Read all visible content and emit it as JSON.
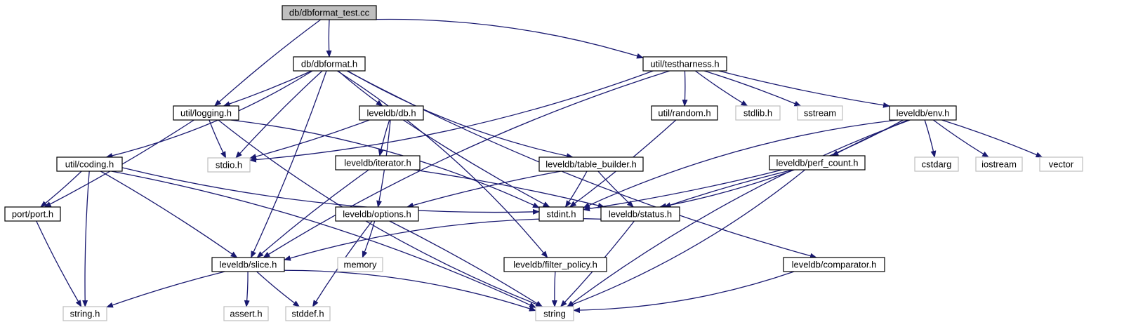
{
  "colors": {
    "edge": "#191970",
    "border_internal": "#000000",
    "border_external": "#bfbfbf",
    "fill_root": "#bfbfbf",
    "fill_node": "#ffffff"
  },
  "nodes": [
    {
      "id": "root",
      "label": "db/dbformat_test.cc",
      "kind": "root"
    },
    {
      "id": "dbformat",
      "label": "db/dbformat.h",
      "kind": "internal"
    },
    {
      "id": "testharness",
      "label": "util/testharness.h",
      "kind": "internal"
    },
    {
      "id": "logging",
      "label": "util/logging.h",
      "kind": "internal"
    },
    {
      "id": "dbh",
      "label": "leveldb/db.h",
      "kind": "internal"
    },
    {
      "id": "random",
      "label": "util/random.h",
      "kind": "internal"
    },
    {
      "id": "stdlib",
      "label": "stdlib.h",
      "kind": "external"
    },
    {
      "id": "sstream",
      "label": "sstream",
      "kind": "external"
    },
    {
      "id": "env",
      "label": "leveldb/env.h",
      "kind": "internal"
    },
    {
      "id": "coding",
      "label": "util/coding.h",
      "kind": "internal"
    },
    {
      "id": "stdio",
      "label": "stdio.h",
      "kind": "external"
    },
    {
      "id": "iterator",
      "label": "leveldb/iterator.h",
      "kind": "internal"
    },
    {
      "id": "tablebuilder",
      "label": "leveldb/table_builder.h",
      "kind": "internal"
    },
    {
      "id": "perfcount",
      "label": "leveldb/perf_count.h",
      "kind": "internal"
    },
    {
      "id": "cstdarg",
      "label": "cstdarg",
      "kind": "external"
    },
    {
      "id": "iostream",
      "label": "iostream",
      "kind": "external"
    },
    {
      "id": "vector",
      "label": "vector",
      "kind": "external"
    },
    {
      "id": "port",
      "label": "port/port.h",
      "kind": "internal"
    },
    {
      "id": "options",
      "label": "leveldb/options.h",
      "kind": "internal"
    },
    {
      "id": "stdint",
      "label": "stdint.h",
      "kind": "internal"
    },
    {
      "id": "status",
      "label": "leveldb/status.h",
      "kind": "internal"
    },
    {
      "id": "slice",
      "label": "leveldb/slice.h",
      "kind": "internal"
    },
    {
      "id": "memory",
      "label": "memory",
      "kind": "external"
    },
    {
      "id": "filterpolicy",
      "label": "leveldb/filter_policy.h",
      "kind": "internal"
    },
    {
      "id": "comparator",
      "label": "leveldb/comparator.h",
      "kind": "internal"
    },
    {
      "id": "stringh",
      "label": "string.h",
      "kind": "external"
    },
    {
      "id": "asserth",
      "label": "assert.h",
      "kind": "external"
    },
    {
      "id": "stddef",
      "label": "stddef.h",
      "kind": "external"
    },
    {
      "id": "string",
      "label": "string",
      "kind": "external"
    }
  ],
  "edges": [
    [
      "root",
      "dbformat"
    ],
    [
      "root",
      "testharness"
    ],
    [
      "root",
      "logging"
    ],
    [
      "dbformat",
      "logging"
    ],
    [
      "dbformat",
      "dbh"
    ],
    [
      "dbformat",
      "coding"
    ],
    [
      "dbformat",
      "stdio"
    ],
    [
      "dbformat",
      "slice"
    ],
    [
      "dbformat",
      "tablebuilder"
    ],
    [
      "dbformat",
      "filterpolicy"
    ],
    [
      "dbformat",
      "comparator"
    ],
    [
      "testharness",
      "random"
    ],
    [
      "testharness",
      "stdlib"
    ],
    [
      "testharness",
      "sstream"
    ],
    [
      "testharness",
      "env"
    ],
    [
      "testharness",
      "stdio"
    ],
    [
      "testharness",
      "slice"
    ],
    [
      "logging",
      "port"
    ],
    [
      "logging",
      "stdio"
    ],
    [
      "logging",
      "stdint"
    ],
    [
      "logging",
      "string"
    ],
    [
      "dbh",
      "stdio"
    ],
    [
      "dbh",
      "iterator"
    ],
    [
      "dbh",
      "options"
    ],
    [
      "dbh",
      "stdint"
    ],
    [
      "random",
      "stdint"
    ],
    [
      "env",
      "perfcount"
    ],
    [
      "env",
      "cstdarg"
    ],
    [
      "env",
      "iostream"
    ],
    [
      "env",
      "vector"
    ],
    [
      "env",
      "stdint"
    ],
    [
      "env",
      "status"
    ],
    [
      "env",
      "string"
    ],
    [
      "coding",
      "port"
    ],
    [
      "coding",
      "stringh"
    ],
    [
      "coding",
      "slice"
    ],
    [
      "coding",
      "stdint"
    ],
    [
      "coding",
      "string"
    ],
    [
      "iterator",
      "slice"
    ],
    [
      "iterator",
      "status"
    ],
    [
      "tablebuilder",
      "options"
    ],
    [
      "tablebuilder",
      "stdint"
    ],
    [
      "tablebuilder",
      "status"
    ],
    [
      "perfcount",
      "stdint"
    ],
    [
      "perfcount",
      "status"
    ],
    [
      "perfcount",
      "string"
    ],
    [
      "port",
      "stringh"
    ],
    [
      "options",
      "memory"
    ],
    [
      "options",
      "stddef"
    ],
    [
      "options",
      "string"
    ],
    [
      "status",
      "slice"
    ],
    [
      "status",
      "string"
    ],
    [
      "slice",
      "stringh"
    ],
    [
      "slice",
      "asserth"
    ],
    [
      "slice",
      "stddef"
    ],
    [
      "slice",
      "string"
    ],
    [
      "filterpolicy",
      "string"
    ],
    [
      "comparator",
      "string"
    ]
  ]
}
